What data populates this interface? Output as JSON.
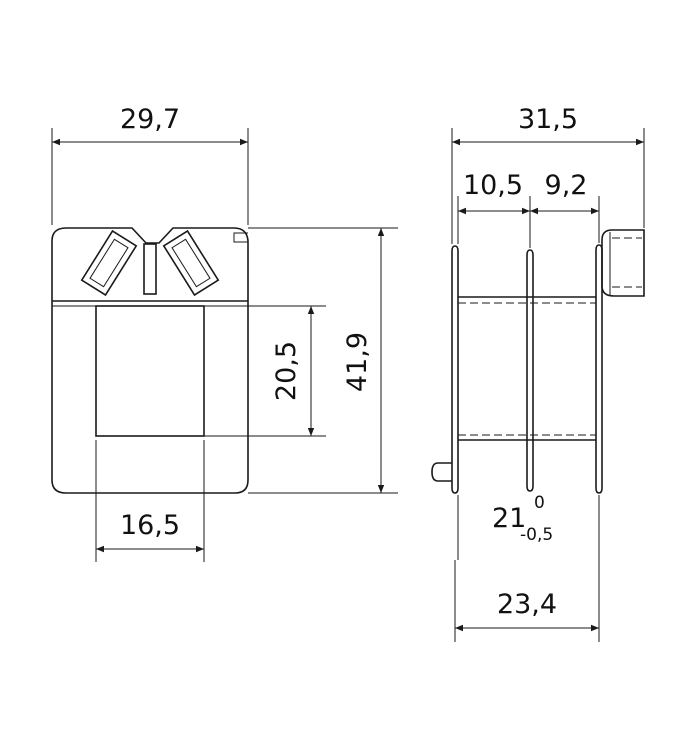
{
  "dimensions": {
    "front_width": "29,7",
    "front_height": "41,9",
    "window_height": "20,5",
    "window_width": "16,5",
    "side_total_width": "31,5",
    "side_first_section": "10,5",
    "side_second_section": "9,2",
    "side_body_width": "23,4",
    "flange_length_nominal": "21",
    "flange_tol_upper": "0",
    "flange_tol_lower": "-0,5"
  }
}
